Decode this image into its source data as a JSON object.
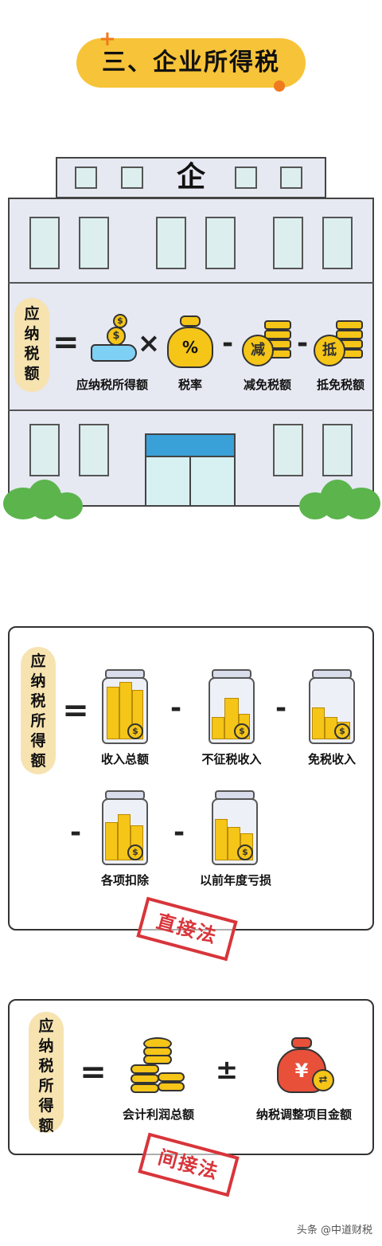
{
  "title": "三、企业所得税",
  "building": {
    "sign": "企",
    "pill_label": "应纳税额",
    "equals": "=",
    "times": "×",
    "minus": "-",
    "items": [
      {
        "label": "应纳税所得额",
        "icon": "hand-coins-icon"
      },
      {
        "label": "税率",
        "icon": "money-bag-percent-icon",
        "badge": "%"
      },
      {
        "label": "减免税额",
        "icon": "coin-stack-reduce-icon",
        "badge": "减"
      },
      {
        "label": "抵免税额",
        "icon": "coin-stack-offset-icon",
        "badge": "抵"
      }
    ]
  },
  "direct": {
    "pill_label": "应纳税所得额",
    "equals": "=",
    "minus": "-",
    "items": [
      {
        "label": "收入总额"
      },
      {
        "label": "不征税收入"
      },
      {
        "label": "免税收入"
      },
      {
        "label": "各项扣除"
      },
      {
        "label": "以前年度亏损"
      }
    ],
    "stamp": "直接法"
  },
  "indirect": {
    "pill_label": "应纳税所得额",
    "equals": "=",
    "plusminus": "±",
    "items": [
      {
        "label": "会计利润总额",
        "icon": "coin-stacks-icon"
      },
      {
        "label": "纳税调整项目金额",
        "icon": "yen-bag-icon",
        "badge": "¥"
      }
    ],
    "stamp": "间接法"
  },
  "watermark": "头条 @中道财税",
  "colors": {
    "accent": "#f7c338",
    "orange": "#f07a1e",
    "stamp_red": "#d8353a",
    "bush": "#5bb44c"
  }
}
